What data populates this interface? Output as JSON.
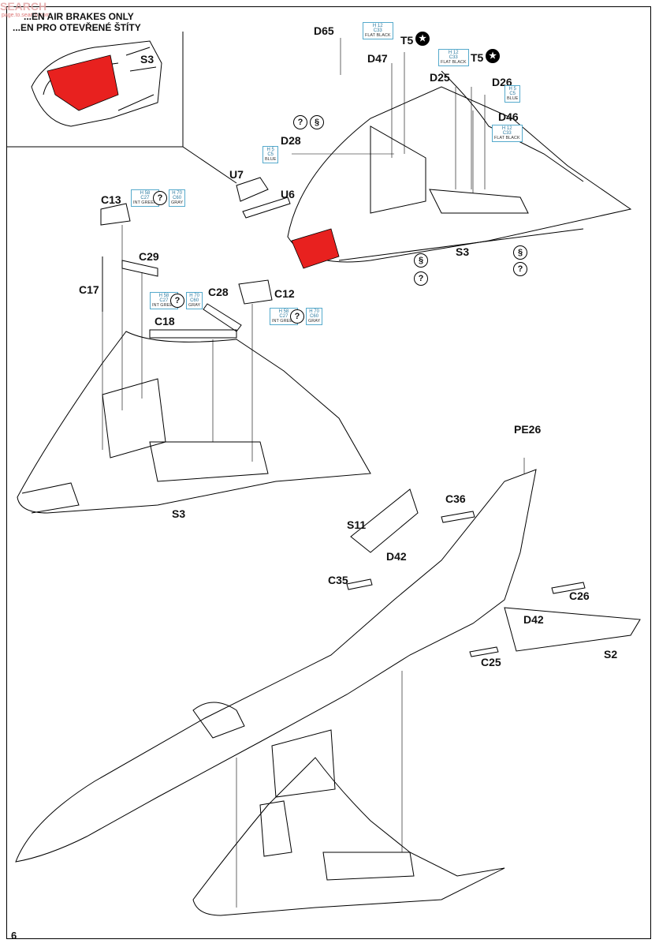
{
  "watermark": {
    "logo_text": "SEARCH",
    "site": "page.to.search.com"
  },
  "header": {
    "line1": "...EN AIR BRAKES ONLY",
    "line2": "...EN PRO OTEVŘENÉ ŠTÍTY"
  },
  "page_number": "6",
  "callouts": {
    "s3_inset": "S3",
    "d65": "D65",
    "t5_a": "T5",
    "t5_b": "T5",
    "d47": "D47",
    "d25": "D25",
    "d26": "D26",
    "d46": "D46",
    "d28": "D28",
    "u7": "U7",
    "u6": "U6",
    "s3_top": "S3",
    "c13": "C13",
    "c29": "C29",
    "c17": "C17",
    "c28": "C28",
    "c12": "C12",
    "c18": "C18",
    "s3_mid": "S3",
    "pe26": "PE26",
    "c36": "C36",
    "s11": "S11",
    "d42_a": "D42",
    "c35": "C35",
    "c26": "C26",
    "d42_b": "D42",
    "s2": "S2",
    "c25": "C25"
  },
  "paint_refs": {
    "d65": {
      "h": "H 12",
      "c": "C33",
      "name": "FLAT BLACK"
    },
    "t5": {
      "h": "H 12",
      "c": "C33",
      "name": "FLAT BLACK"
    },
    "d26": {
      "h": "H 5",
      "c": "C5",
      "name": "BLUE"
    },
    "d46": {
      "h": "H 12",
      "c": "C33",
      "name": "FLAT BLACK"
    },
    "d28": {
      "h": "H 5",
      "c": "C5",
      "name": "BLUE"
    },
    "c13_green": {
      "h": "H 58",
      "c": "C27",
      "name": "INT GREEN"
    },
    "c13_gray": {
      "h": "H 70",
      "c": "C60",
      "name": "GRAY"
    },
    "c17_green": {
      "h": "H 58",
      "c": "C27",
      "name": "INT GREEN"
    },
    "c17_gray": {
      "h": "H 70",
      "c": "C60",
      "name": "GRAY"
    },
    "c12_green": {
      "h": "H 58",
      "c": "C27",
      "name": "INT GREEN"
    },
    "c12_gray": {
      "h": "H 70",
      "c": "C60",
      "name": "GRAY"
    }
  },
  "symbols": {
    "question": "?",
    "s_symbol": "§",
    "star": "★"
  },
  "colors": {
    "red_part": "#e8211f",
    "paint_border": "#55aacc",
    "paint_code": "#2b7aa0"
  }
}
